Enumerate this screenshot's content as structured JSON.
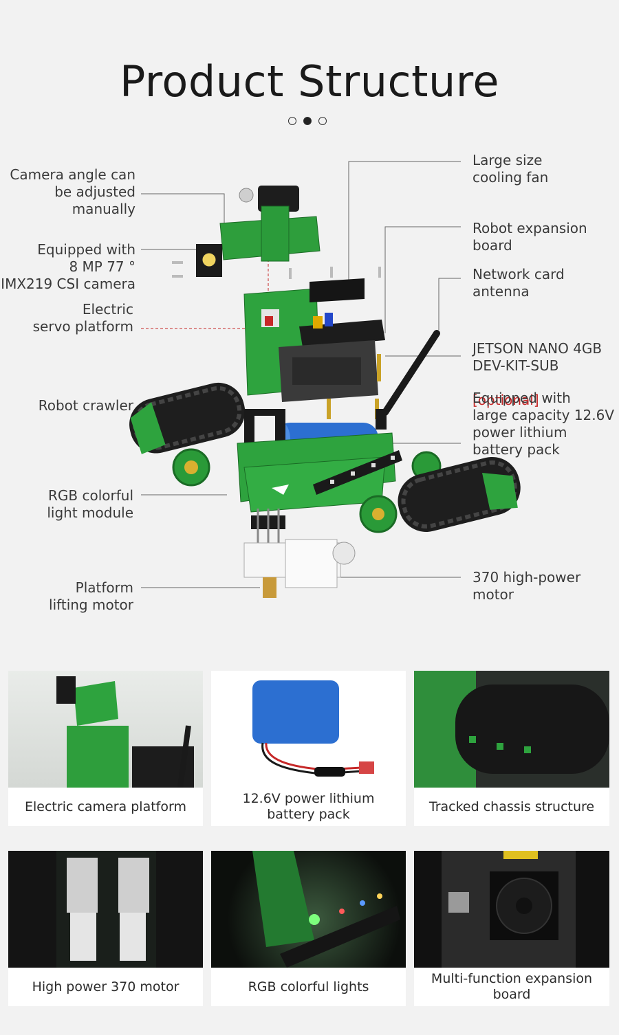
{
  "title": "Product Structure",
  "carousel": {
    "count": 3,
    "active": 2
  },
  "callouts_left": {
    "camera_angle": "Camera angle can\nbe adjusted manually",
    "camera": "Equipped with\n8 MP 77 °\nIMX219 CSI camera",
    "servo": "Electric\nservo platform",
    "crawler": "Robot crawler",
    "rgb": "RGB colorful\nlight module",
    "lifting": "Platform\nlifting motor"
  },
  "callouts_right": {
    "fan": "Large size\ncooling fan",
    "expansion": "Robot expansion\nboard",
    "antenna": "Network card\nantenna",
    "jetson": "JETSON NANO 4GB\nDEV-KIT-SUB",
    "jetson_optional": "[optional]",
    "battery": "Equipped with\nlarge capacity 12.6V\npower lithium\nbattery pack",
    "motor": "370 high-power\nmotor"
  },
  "features": [
    {
      "caption": "Electric camera platform"
    },
    {
      "caption": "12.6V power lithium\nbattery pack"
    },
    {
      "caption": "Tracked chassis structure"
    },
    {
      "caption": "High power 370 motor"
    },
    {
      "caption": "RGB colorful lights"
    },
    {
      "caption": "Multi-function expansion board"
    }
  ]
}
